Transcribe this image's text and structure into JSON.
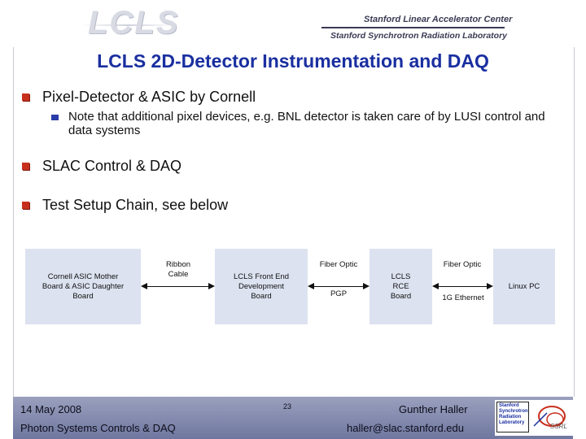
{
  "header": {
    "logo_text": "LCLS",
    "org_line1": "Stanford Linear Accelerator Center",
    "org_line2": "Stanford Synchrotron Radiation Laboratory"
  },
  "title": "LCLS 2D-Detector Instrumentation and DAQ",
  "bullets": [
    {
      "text": "Pixel-Detector & ASIC by Cornell",
      "sub": [
        "Note that additional pixel devices, e.g. BNL detector is taken care of by LUSI control and data systems"
      ]
    },
    {
      "text": "SLAC Control & DAQ"
    },
    {
      "text": "Test Setup Chain, see below"
    }
  ],
  "diagram": {
    "boxes": [
      {
        "label": "Cornell ASIC Mother Board & ASIC Daughter Board"
      },
      {
        "label": "LCLS Front End Development Board"
      },
      {
        "label": "LCLS RCE Board"
      },
      {
        "label": "Linux PC"
      }
    ],
    "links": [
      {
        "top_label": "Ribbon Cable",
        "bottom_label": ""
      },
      {
        "top_label": "Fiber Optic",
        "bottom_label": "PGP"
      },
      {
        "top_label": "Fiber Optic",
        "bottom_label": "1G Ethernet"
      }
    ]
  },
  "footer": {
    "date": "14 May 2008",
    "page": "23",
    "author": "Gunther Haller",
    "event": "Photon Systems Controls & DAQ",
    "email": "haller@slac.stanford.edu"
  },
  "logos": {
    "ssrl_box_lines": [
      "Stanford",
      "Synchrotron",
      "Radiation",
      "Laboratory"
    ],
    "ssrl_mark": "SSRL"
  },
  "colors": {
    "title": "#1a2fa0",
    "bullet": "#c8301e",
    "sub_bullet": "#2a3ca8",
    "diagram_box": "#dce2f0",
    "footer": "#8088ad"
  }
}
